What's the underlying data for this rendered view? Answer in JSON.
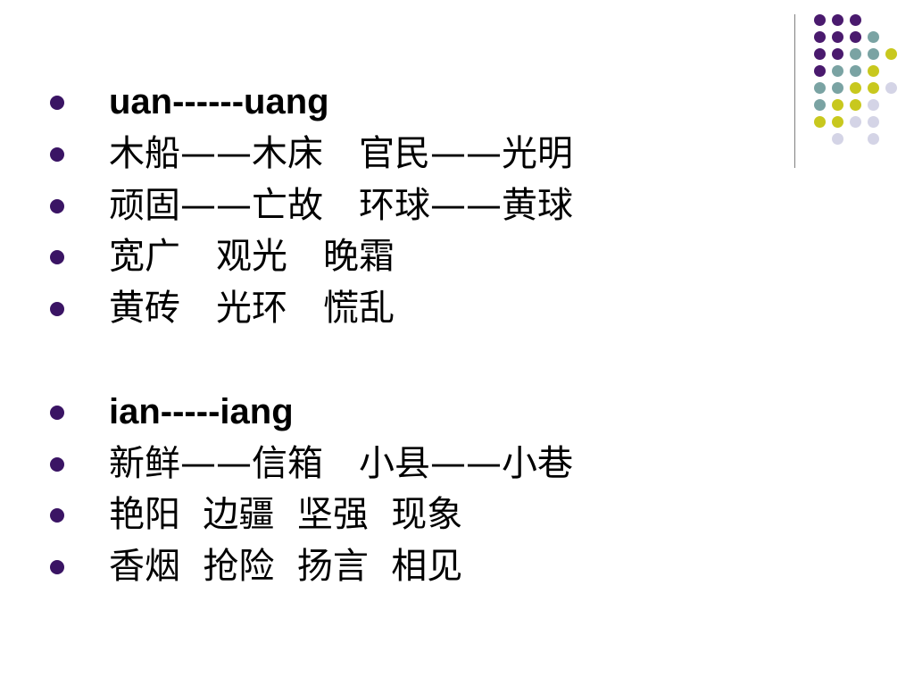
{
  "slide": {
    "colors": {
      "bullet": "#3a1464",
      "divider": "#808080",
      "dot_purple": "#4a1a6e",
      "dot_teal": "#7aa3a3",
      "dot_yellow": "#c8c81e",
      "dot_lavender": "#d4d4e6"
    },
    "bullets": [
      {
        "text": "uan------uang",
        "latin": true
      },
      {
        "text": "木船——木床　官民——光明",
        "latin": false
      },
      {
        "text": "顽固——亡故　环球——黄球",
        "latin": false
      },
      {
        "text": "宽广　观光　晚霜",
        "latin": false
      },
      {
        "text": "黄砖　光环　慌乱",
        "latin": false
      },
      {
        "text": "ian-----iang",
        "latin": true
      },
      {
        "text": "新鲜——信箱　小县——小巷",
        "latin": false
      },
      {
        "text": "艳阳  边疆  坚强  现象",
        "latin": false
      },
      {
        "text": "香烟  抢险  扬言  相见",
        "latin": false
      }
    ]
  }
}
